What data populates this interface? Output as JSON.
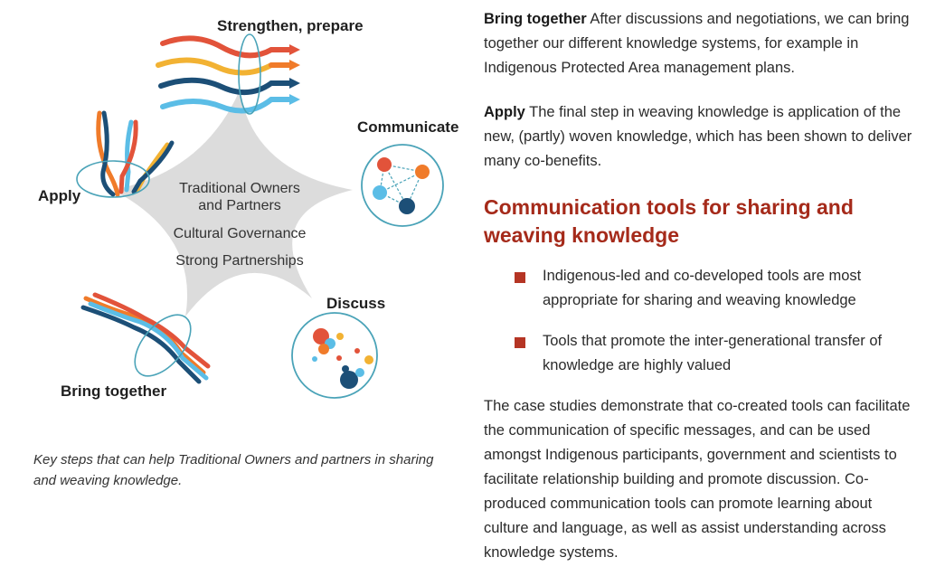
{
  "diagram": {
    "labels": {
      "strengthen": "Strengthen, prepare",
      "communicate": "Communicate",
      "discuss": "Discuss",
      "bring_together": "Bring together",
      "apply": "Apply"
    },
    "center": {
      "line1": "Traditional Owners",
      "line2": "and Partners",
      "line3": "Cultural Governance",
      "line4": "Strong Partnerships"
    },
    "colors": {
      "orange": "#f07b2a",
      "red": "#e2533a",
      "yellow": "#f2b233",
      "light_blue": "#5bbde6",
      "dark_blue": "#1c4f77",
      "teal": "#4aa3b8",
      "star": "#dcdcdc"
    }
  },
  "caption": "Key steps that can help Traditional Owners and partners in sharing and weaving knowledge.",
  "right": {
    "p1_bold": "Bring together",
    "p1_text": " After discussions and negotiations, we can bring together our different knowledge systems, for example in Indigenous Protected Area management plans.",
    "p2_bold": "Apply",
    "p2_text": " The final step in weaving knowledge is application of the new, (partly) woven knowledge, which has been shown to deliver many co-benefits.",
    "heading": "Communication tools for sharing and weaving knowledge",
    "bullets": [
      "Indigenous-led and co-developed tools are most appropriate for sharing and weaving knowledge",
      "Tools that promote the inter-generational transfer of knowledge are highly valued"
    ],
    "closing": "The case studies demonstrate that co-created tools can facilitate the communication of specific messages, and can be used amongst Indigenous participants, government and scientists to facilitate relationship building and promote discussion. Co-produced communication tools can promote learning about culture and language, as well as assist understanding across knowledge systems."
  }
}
